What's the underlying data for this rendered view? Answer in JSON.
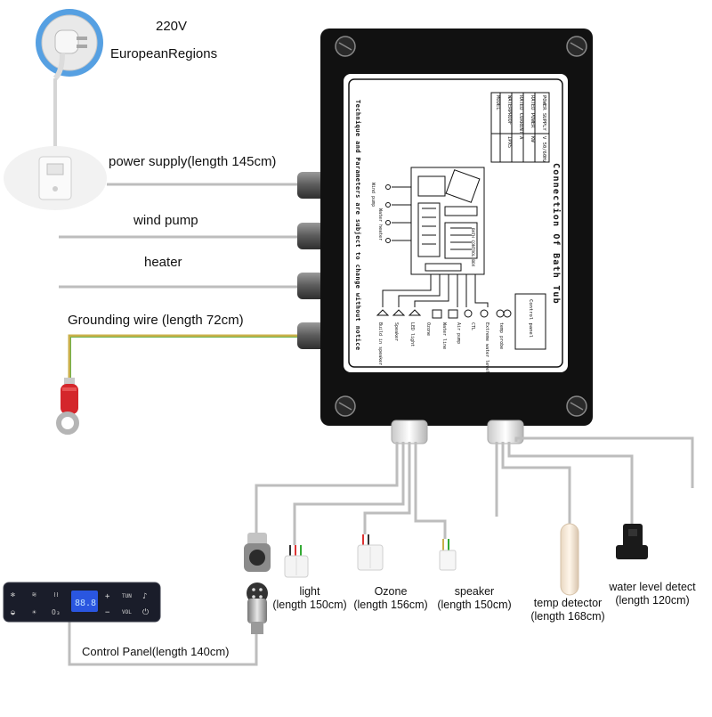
{
  "plug": {
    "voltage": "220V",
    "region": "EuropeanRegions"
  },
  "wires": {
    "power": "power supply(length 145cm)",
    "wind_pump": "wind pump",
    "heater": "heater",
    "grounding": "Grounding wire  (length 72cm)"
  },
  "accessories": {
    "light": {
      "name": "light",
      "length": "(length 150cm)"
    },
    "ozone": {
      "name": "Ozone",
      "length": "(length 156cm)"
    },
    "speaker": {
      "name": "speaker",
      "length": "(length 150cm)"
    },
    "temp": {
      "name": "temp detector",
      "length": "(length 168cm)"
    },
    "water": {
      "name": "water level detect",
      "length": "(length 120cm)"
    }
  },
  "control_panel": {
    "label": "Control Panel(length 140cm)",
    "display": "88.8",
    "buttons": {
      "tun": "TUN",
      "vol": "VOL",
      "plus": "+",
      "minus": "−"
    }
  },
  "box": {
    "title": "Connection Of Bath Tub",
    "notice": "Technique and Parameters are subject to change without notice",
    "board": "BATH CONTROL BOX",
    "spec_rows": [
      "POWER SUPPLY",
      "RATED POWER",
      "RATED CURRENT",
      "WATERPROOF",
      "MODEL"
    ],
    "spec_values": [
      "V 50/60Hz",
      "KW",
      "A",
      "IPX5",
      ""
    ],
    "control_panel_tag": "Control panel",
    "left_terms": [
      "Wind pump",
      "Water heater"
    ],
    "bottom_terms": [
      "Build in speaker",
      "Speaker",
      "LED light",
      "Ozone",
      "Water line",
      "Air pump",
      "CTL",
      "Extreme water level",
      "temp probe"
    ]
  },
  "colors": {
    "box": "#111111",
    "cable": "#bdbdbd",
    "ground": "#c9b04a",
    "panel": "#1a1d2a",
    "display": "#3a6bff"
  }
}
